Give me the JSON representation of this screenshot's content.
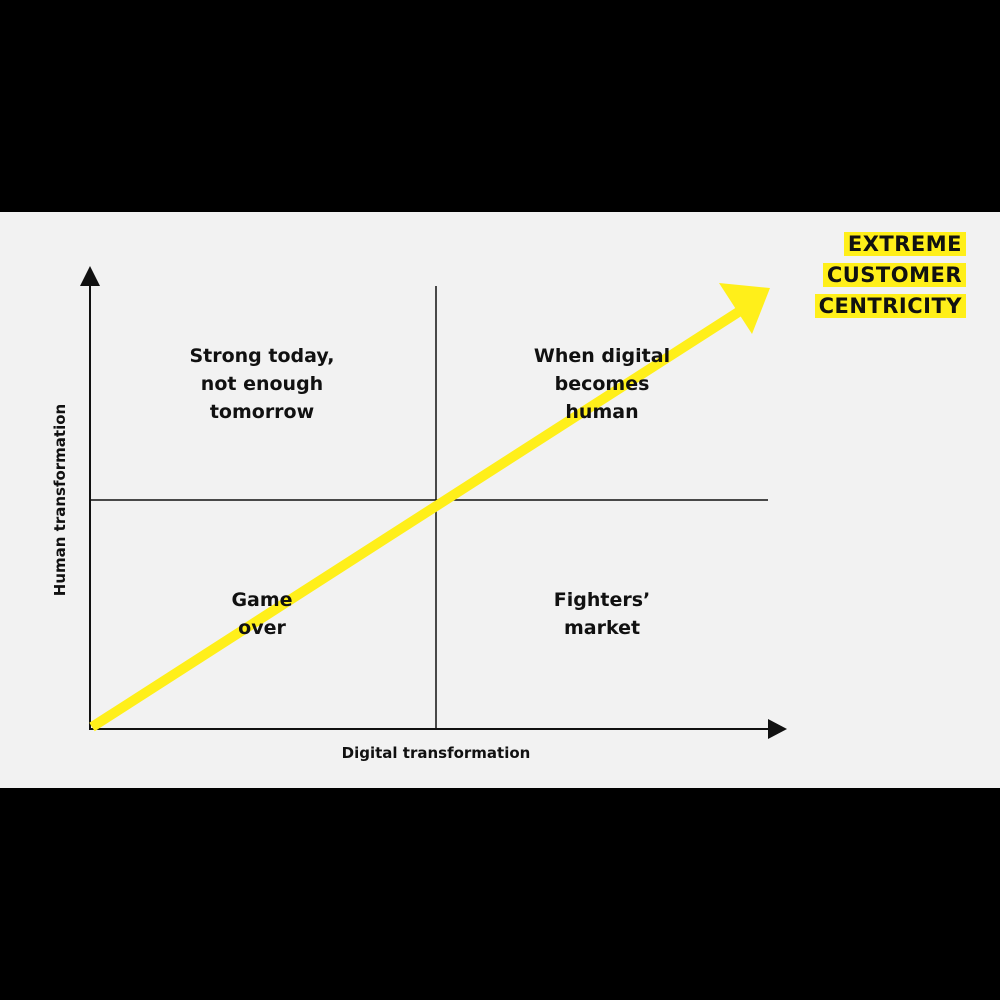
{
  "colors": {
    "background": "#f2f2f2",
    "letterbox": "#000000",
    "line": "#111111",
    "accent": "#ffef1a"
  },
  "quadrants": {
    "top_left": "Strong today,\nnot enough\ntomorrow",
    "top_right": "When digital\nbecomes\nhuman",
    "bottom_left": "Game\nover",
    "bottom_right": "Fighters’\nmarket"
  },
  "axes": {
    "x_label": "Digital transformation",
    "y_label": "Human transformation"
  },
  "headline": {
    "lines": [
      "EXTREME",
      "CUSTOMER",
      "CENTRICITY"
    ]
  }
}
